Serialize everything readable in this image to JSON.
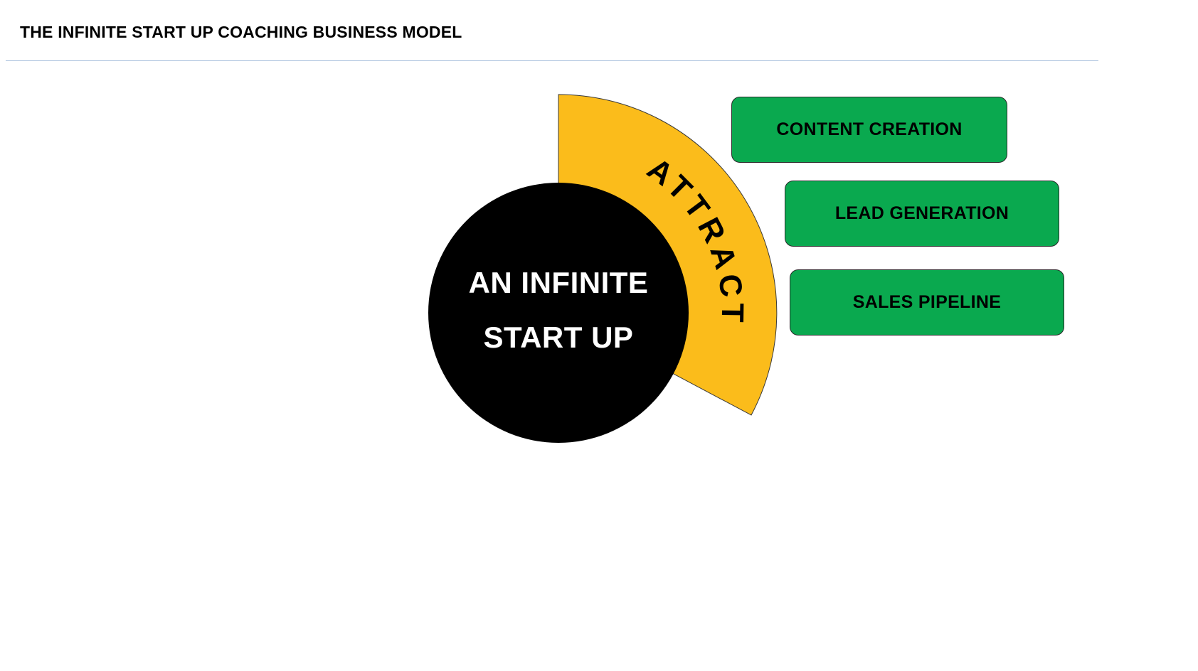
{
  "header": {
    "title": "THE INFINITE START UP COACHING BUSINESS MODEL"
  },
  "diagram": {
    "center_line1": "AN INFINITE",
    "center_line2": "START UP",
    "arc_label": "ATTRACT",
    "colors": {
      "arc": "#FBBC1B",
      "circle": "#000000",
      "box_fill": "#0AA94F",
      "divider": "#A7BEDC"
    },
    "boxes": [
      {
        "label": "CONTENT CREATION"
      },
      {
        "label": "LEAD GENERATION"
      },
      {
        "label": "SALES PIPELINE"
      }
    ]
  }
}
